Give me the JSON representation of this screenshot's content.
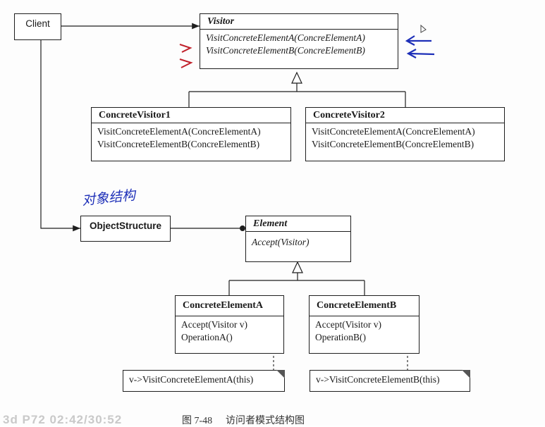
{
  "client": {
    "label": "Client"
  },
  "visitor": {
    "title": "Visitor",
    "ops": [
      "VisitConcreteElementA(ConcreElementA)",
      "VisitConcreteElementB(ConcreElementB)"
    ]
  },
  "concrete_visitor_1": {
    "title": "ConcreteVisitor1",
    "ops": [
      "VisitConcreteElementA(ConcreElementA)",
      "VisitConcreteElementB(ConcreElementB)"
    ]
  },
  "concrete_visitor_2": {
    "title": "ConcreteVisitor2",
    "ops": [
      "VisitConcreteElementA(ConcreElementA)",
      "VisitConcreteElementB(ConcreElementB)"
    ]
  },
  "object_structure": {
    "label": "ObjectStructure"
  },
  "element": {
    "title": "Element",
    "ops": [
      "Accept(Visitor)"
    ]
  },
  "concrete_element_a": {
    "title": "ConcreteElementA",
    "ops": [
      "Accept(Visitor v)",
      "OperationA()"
    ]
  },
  "concrete_element_b": {
    "title": "ConcreteElementB",
    "ops": [
      "Accept(Visitor v)",
      "OperationB()"
    ]
  },
  "note_a": {
    "text": "v->VisitConcreteElementA(this)"
  },
  "note_b": {
    "text": "v->VisitConcreteElementB(this)"
  },
  "handwriting": {
    "text": "对象结构"
  },
  "caption": {
    "timestamp": "3d P72 02:42/30:52",
    "figure_number": "图 7-48",
    "figure_title": "访问者模式结构图"
  },
  "colors": {
    "line": "#1e1e1e",
    "annotation_blue": "#1d2fb8",
    "annotation_red": "#c0202a",
    "watermark": "#c9c9c9"
  }
}
